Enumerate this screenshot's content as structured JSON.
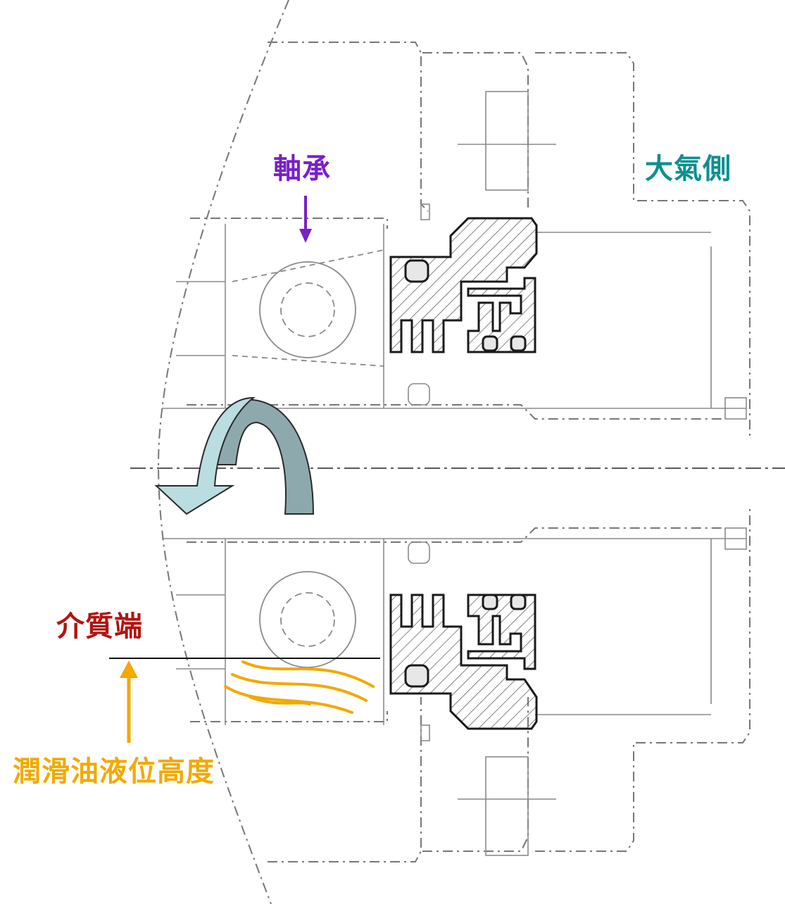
{
  "labels": {
    "bearing": "軸承",
    "atmosphere_side": "大氣側",
    "media_end": "介質端",
    "oil_level": "潤滑油液位高度"
  },
  "colors": {
    "bearing": "#7a1fc9",
    "atmosphere_side": "#0f8f8f",
    "media_end": "#b0140e",
    "oil_level": "#f2a900",
    "drawing_line": "#6a6a6a",
    "seal_outline": "#1a1a1a",
    "rotation_arrow_light": "#b9dde0",
    "rotation_arrow_dark": "#8ea9ad"
  },
  "icons": {
    "rotation": "curved-rotation-arrow",
    "bearing_pointer": "down-arrow",
    "oil_pointer": "up-arrow"
  }
}
